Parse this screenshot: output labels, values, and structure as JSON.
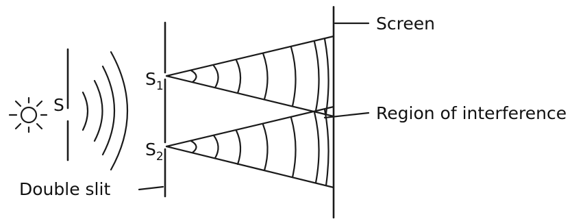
{
  "labels": {
    "source": "S",
    "slit1": "S",
    "slit1_sub": "1",
    "slit2": "S",
    "slit2_sub": "2",
    "screen": "Screen",
    "region": "Region of interference",
    "double_slit": "Double slit"
  },
  "colors": {
    "ink": "#1a1a1a",
    "background": "#ffffff"
  }
}
